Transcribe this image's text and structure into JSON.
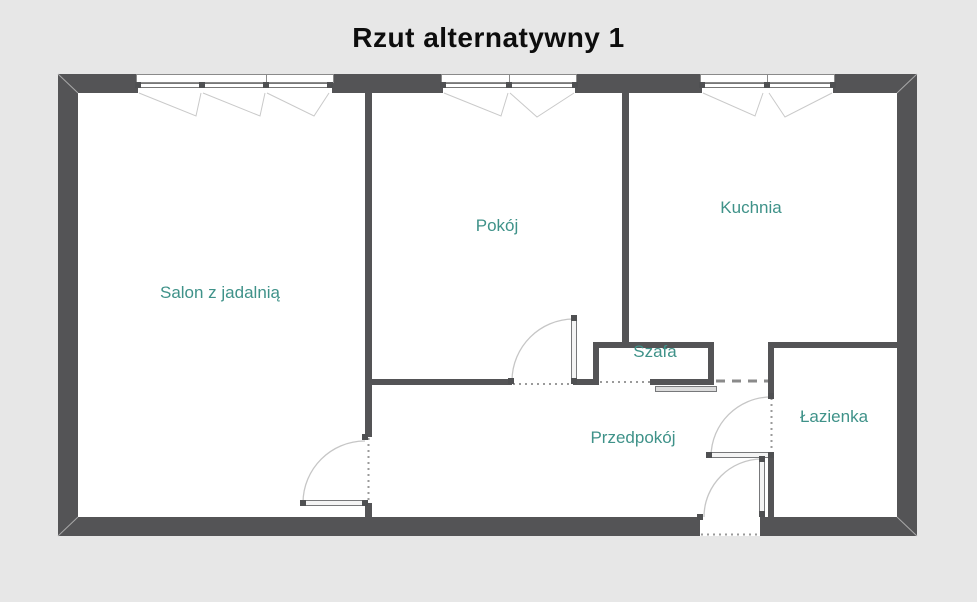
{
  "title": "Rzut alternatywny 1",
  "colors": {
    "wall": "#545456",
    "background": "#e7e7e7",
    "floor": "#ffffff",
    "room_label": "#3f9289"
  },
  "rooms": {
    "salon": {
      "label": "Salon z jadalnią"
    },
    "pokoj": {
      "label": "Pokój"
    },
    "kuchnia": {
      "label": "Kuchnia"
    },
    "szafa": {
      "label": "Szafa"
    },
    "przedpokoj": {
      "label": "Przedpokój"
    },
    "lazienka": {
      "label": "Łazienka"
    }
  }
}
